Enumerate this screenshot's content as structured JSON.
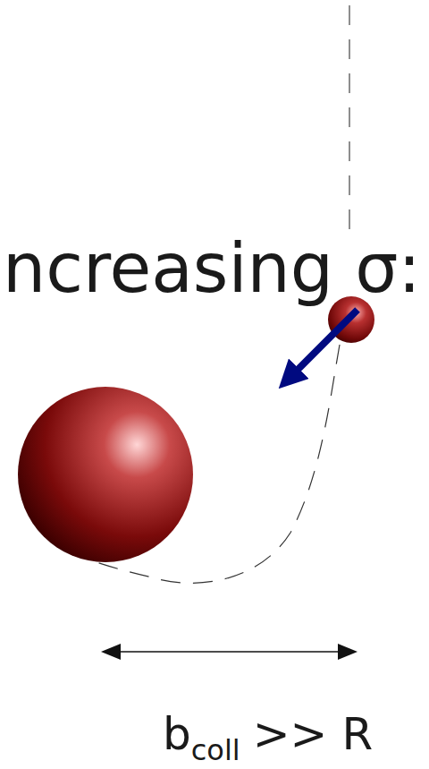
{
  "diagram": {
    "labels": [
      "ncreasing σ:",
      "b",
      "coll",
      ">> R"
    ]
  }
}
